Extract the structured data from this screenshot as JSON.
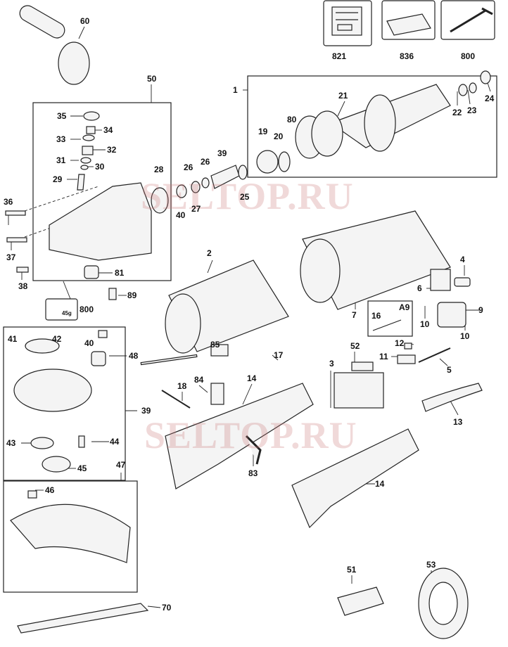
{
  "watermark": "SELTOP.RU",
  "weight_badge": "45g",
  "callouts": [
    "60",
    "821",
    "836",
    "800",
    "24",
    "1",
    "50",
    "21",
    "22",
    "23",
    "35",
    "34",
    "33",
    "32",
    "31",
    "30",
    "29",
    "80",
    "19",
    "20",
    "39",
    "28",
    "26",
    "26",
    "25",
    "40",
    "27",
    "36",
    "37",
    "38",
    "81",
    "89",
    "800",
    "2",
    "4",
    "6",
    "7",
    "A9",
    "16",
    "9",
    "10",
    "10",
    "41",
    "42",
    "40",
    "39",
    "48",
    "85",
    "17",
    "52",
    "3",
    "12",
    "11",
    "5",
    "18",
    "84",
    "14",
    "13",
    "43",
    "44",
    "45",
    "47",
    "83",
    "14",
    "46",
    "51",
    "53",
    "70"
  ]
}
